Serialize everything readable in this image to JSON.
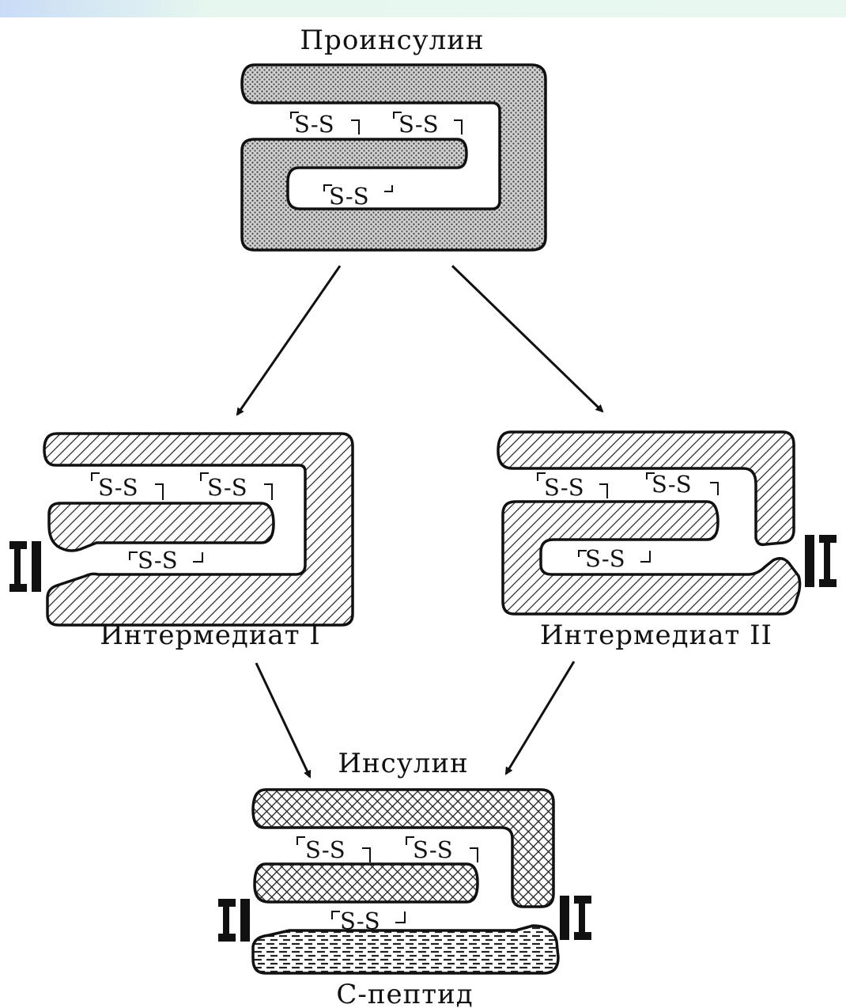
{
  "colors": {
    "header_band": "#d9efe7",
    "header_text": "#1d1aa8",
    "ink": "#111111"
  },
  "labels": {
    "proinsulin": "Проинсулин",
    "intermediate_1": "Интермедиат I",
    "intermediate_2": "Интермедиат II",
    "insulin": "Инсулин",
    "c_peptide": "С-пептид"
  },
  "bonds": {
    "disulfide": "S-S"
  },
  "icons": [
    "cleavage-mark-icon",
    "arrow-icon"
  ]
}
